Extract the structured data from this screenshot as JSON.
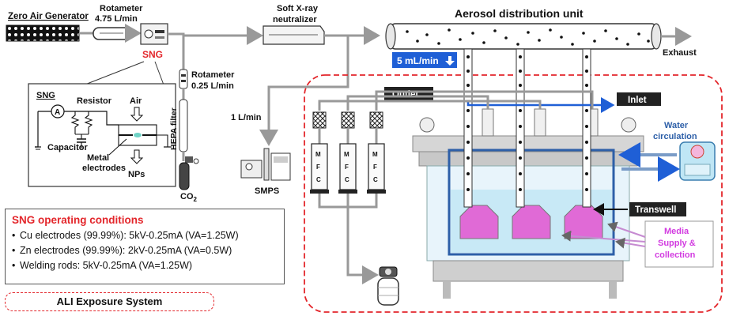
{
  "labels": {
    "zero_air": "Zero Air Generator",
    "rotameter_top": "Rotameter",
    "rotameter_top_flow": "4.75 L/min",
    "sng": "SNG",
    "rotameter_mid": "Rotameter",
    "rotameter_mid_flow": "0.25 L/min",
    "hepa": "HEPA filter",
    "co2": "CO",
    "co2_sub": "2",
    "neutralizer_line1": "Soft X-ray",
    "neutralizer_line2": "neutralizer",
    "flow_1l": "1 L/min",
    "smps": "SMPS",
    "aerosol_unit": "Aerosol distribution unit",
    "exhaust": "Exhaust",
    "flow_5ml": "5 mL/min",
    "outlet": "Outlet",
    "inlet": "Inlet",
    "water_line1": "Water",
    "water_line2": "circulation",
    "transwell": "Transwell",
    "media_line1": "Media",
    "media_line2": "Supply &",
    "media_line3": "collection",
    "mfc_m": "M",
    "mfc_f": "F",
    "mfc_c": "C"
  },
  "sng_inset": {
    "title": "SNG",
    "ammeter": "A",
    "resistor": "Resistor",
    "capacitor": "Capacitor",
    "air": "Air",
    "metal_line1": "Metal",
    "metal_line2": "electrodes",
    "nps": "NPs"
  },
  "conditions": {
    "title": "SNG operating conditions",
    "items": [
      "Cu electrodes (99.99%): 5kV-0.25mA (VA=1.25W)",
      "Zn electrodes (99.99%): 2kV-0.25mA (VA=0.5W)",
      "Welding rods: 5kV-0.25mA (VA=1.25W)"
    ]
  },
  "footer": {
    "ali_label": "ALI Exposure System"
  },
  "colors": {
    "accent_red": "#e3262b",
    "accent_blue": "#1f5fd6",
    "media_magenta": "#d23be0",
    "transwell_pink": "#e06ad6",
    "water_blue": "#bfe6f5"
  }
}
